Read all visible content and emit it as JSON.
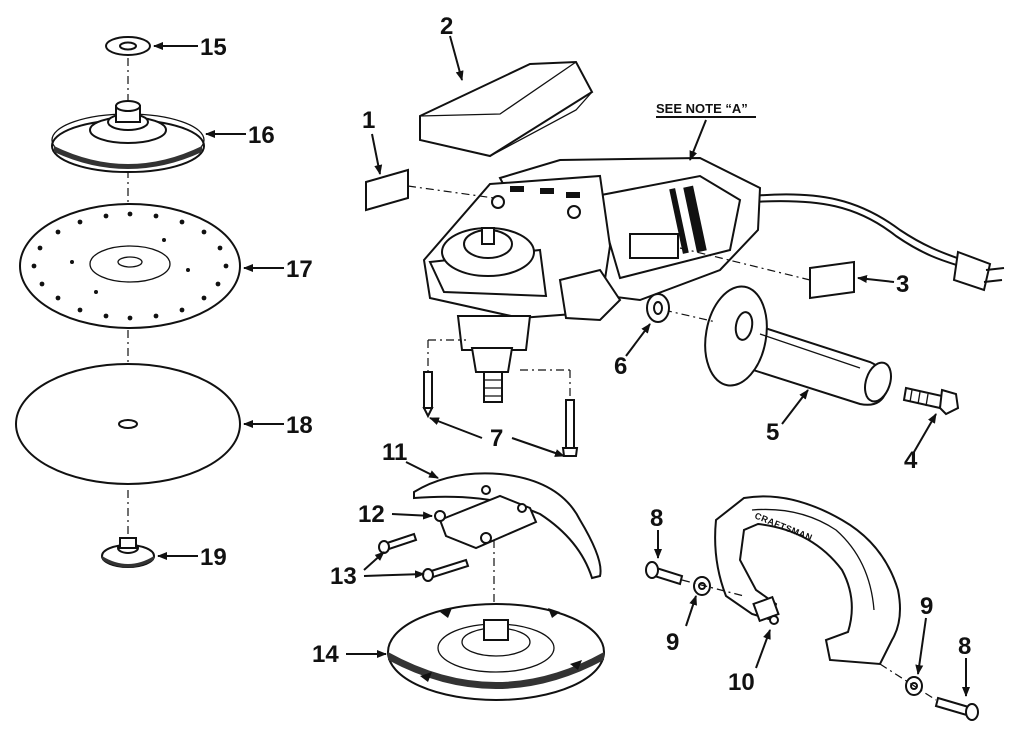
{
  "note": "SEE NOTE “A”",
  "brand": "CRAFTSMAN",
  "callouts": {
    "c1": "1",
    "c2": "2",
    "c3": "3",
    "c4": "4",
    "c5": "5",
    "c6": "6",
    "c7": "7",
    "c8a": "8",
    "c8b": "8",
    "c9a": "9",
    "c9b": "9",
    "c10": "10",
    "c11": "11",
    "c12": "12",
    "c13": "13",
    "c14": "14",
    "c15": "15",
    "c16": "16",
    "c17": "17",
    "c18": "18",
    "c19": "19"
  }
}
